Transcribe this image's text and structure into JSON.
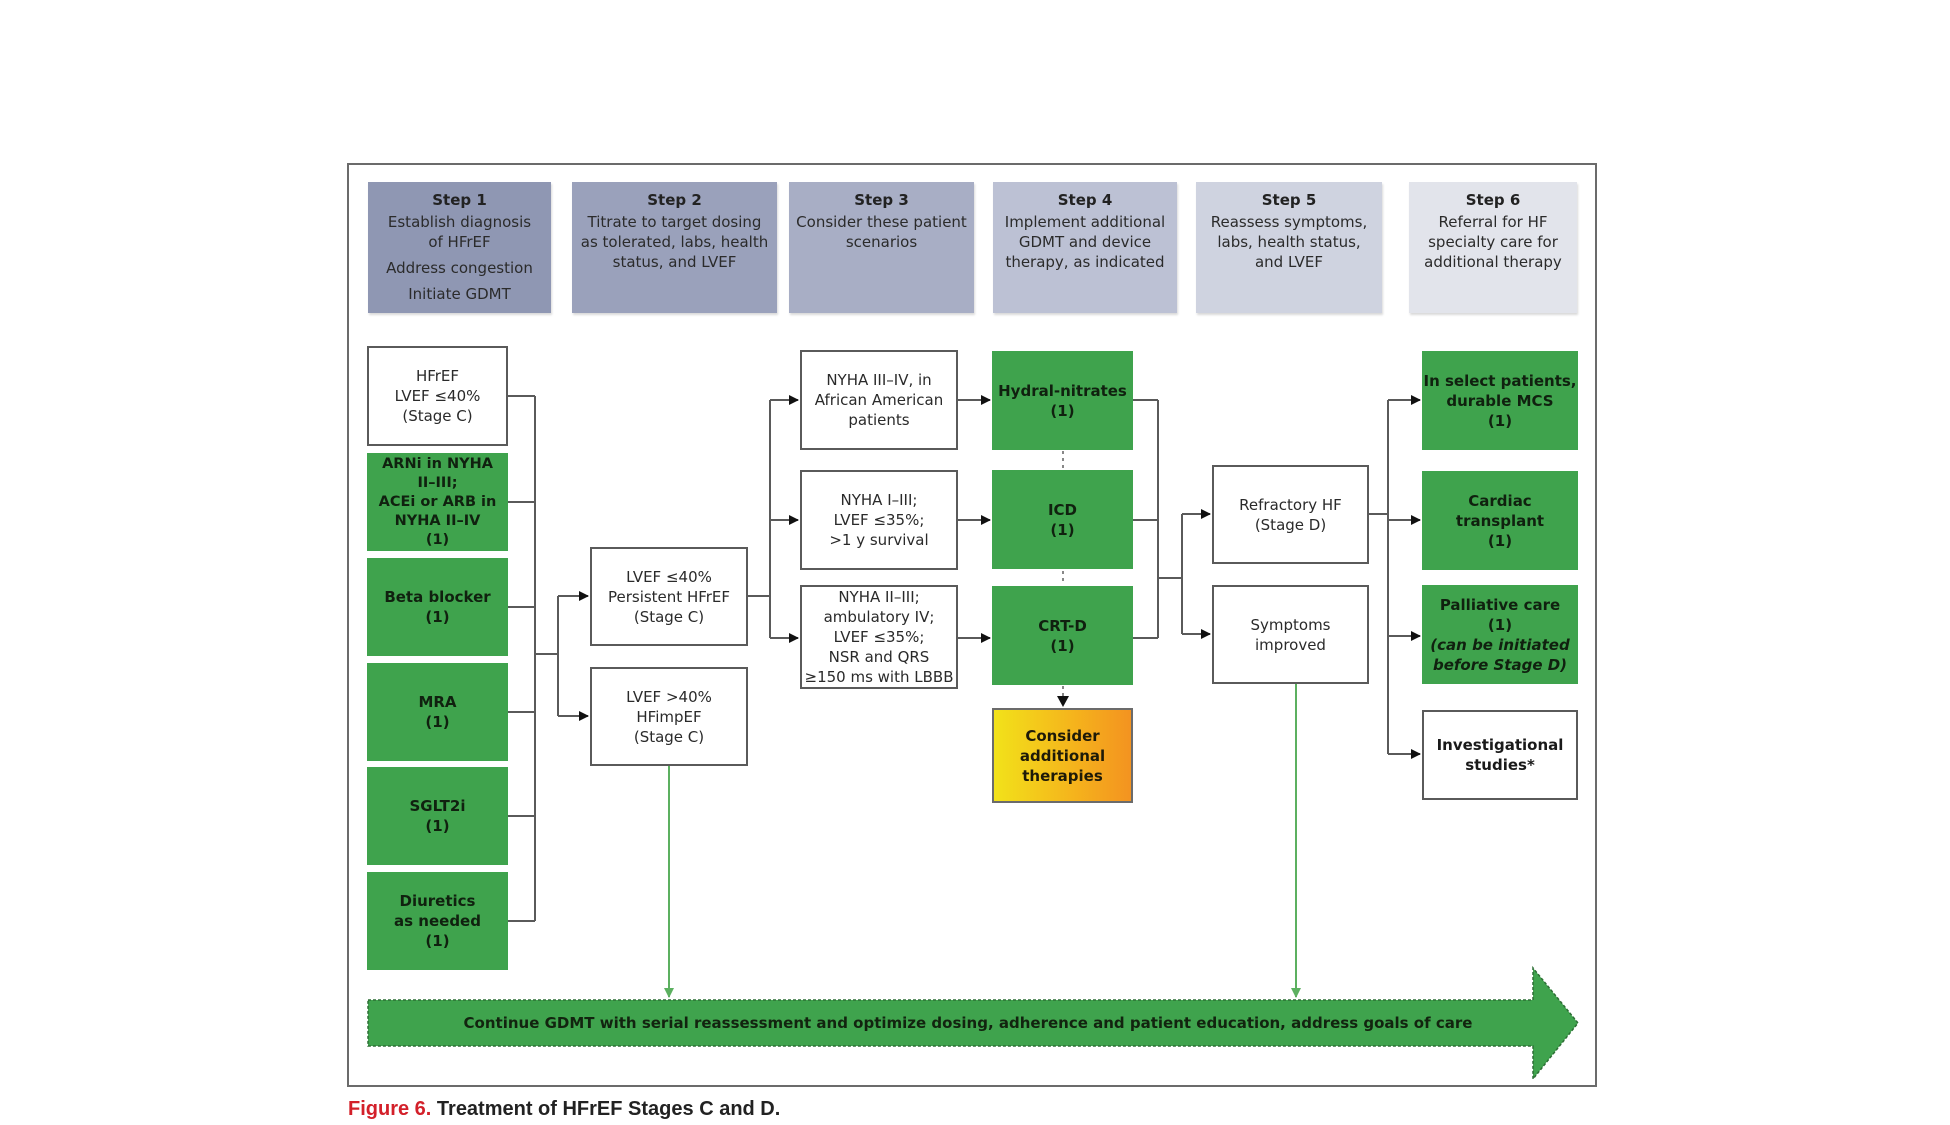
{
  "steps": [
    {
      "title": "Step 1",
      "lines": [
        "Establish diagnosis",
        "of HFrEF"
      ],
      "extra": [
        "Address congestion",
        "Initiate GDMT"
      ],
      "color": "#8f97b3"
    },
    {
      "title": "Step 2",
      "lines": [
        "Titrate to target dosing",
        "as tolerated, labs, health",
        "status, and LVEF"
      ],
      "extra": [],
      "color": "#9aa1bb"
    },
    {
      "title": "Step 3",
      "lines": [
        "Consider these patient",
        "scenarios"
      ],
      "extra": [],
      "color": "#a8aec5"
    },
    {
      "title": "Step 4",
      "lines": [
        "Implement additional",
        "GDMT and device",
        "therapy, as indicated"
      ],
      "extra": [],
      "color": "#bcc1d4"
    },
    {
      "title": "Step 5",
      "lines": [
        "Reassess symptoms,",
        "labs, health status,",
        "and LVEF"
      ],
      "extra": [],
      "color": "#cfd3e0"
    },
    {
      "title": "Step 6",
      "lines": [
        "Referral for HF",
        "specialty care for",
        "additional therapy"
      ],
      "extra": [],
      "color": "#e2e4eb"
    }
  ],
  "column1": {
    "diagnosis": [
      "HFrEF",
      "LVEF ≤40%",
      "(Stage C)"
    ],
    "therapies": [
      [
        "ARNi in NYHA",
        "II–III;",
        "ACEi or ARB in",
        "NYHA II–IV",
        "(1)"
      ],
      [
        "Beta blocker",
        "(1)"
      ],
      [
        "MRA",
        "(1)"
      ],
      [
        "SGLT2i",
        "(1)"
      ],
      [
        "Diuretics",
        "as needed",
        "(1)"
      ]
    ]
  },
  "column2": {
    "persistent": [
      "LVEF ≤40%",
      "Persistent HFrEF",
      "(Stage C)"
    ],
    "improved": [
      "LVEF >40%",
      "HFimpEF",
      "(Stage C)"
    ]
  },
  "column3": {
    "scenarios": [
      [
        "NYHA III–IV, in",
        "African American",
        "patients"
      ],
      [
        "NYHA I–III;",
        "LVEF ≤35%;",
        ">1 y survival"
      ],
      [
        "NYHA II–III;",
        "ambulatory IV;",
        "LVEF ≤35%;",
        "NSR and QRS",
        "≥150 ms with LBBB"
      ]
    ]
  },
  "column4": {
    "therapies": [
      [
        "Hydral-nitrates",
        "(1)"
      ],
      [
        "ICD",
        "(1)"
      ],
      [
        "CRT-D",
        "(1)"
      ]
    ],
    "consider": [
      "Consider",
      "additional",
      "therapies"
    ]
  },
  "column5": {
    "refractory": [
      "Refractory HF",
      "(Stage D)"
    ],
    "improved": [
      "Symptoms",
      "improved"
    ]
  },
  "column6": {
    "options": [
      {
        "lines": [
          "In select patients,",
          "durable MCS",
          "(1)"
        ],
        "italic": []
      },
      {
        "lines": [
          "Cardiac transplant",
          "(1)"
        ],
        "italic": []
      },
      {
        "lines": [
          "Palliative care",
          "(1)"
        ],
        "italic": [
          "(can be initiated",
          "before Stage D)"
        ]
      }
    ],
    "investigational": [
      "Investigational",
      "studies*"
    ]
  },
  "band": {
    "text": "Continue GDMT with serial reassessment and optimize dosing, adherence and patient education, address goals of care"
  },
  "caption": {
    "figure": "Figure 6.",
    "title": " Treatment of HFrEF Stages C and D."
  },
  "colors": {
    "green": "#3fa34d",
    "line": "#5a5a5a",
    "green_line": "#5cb060"
  }
}
